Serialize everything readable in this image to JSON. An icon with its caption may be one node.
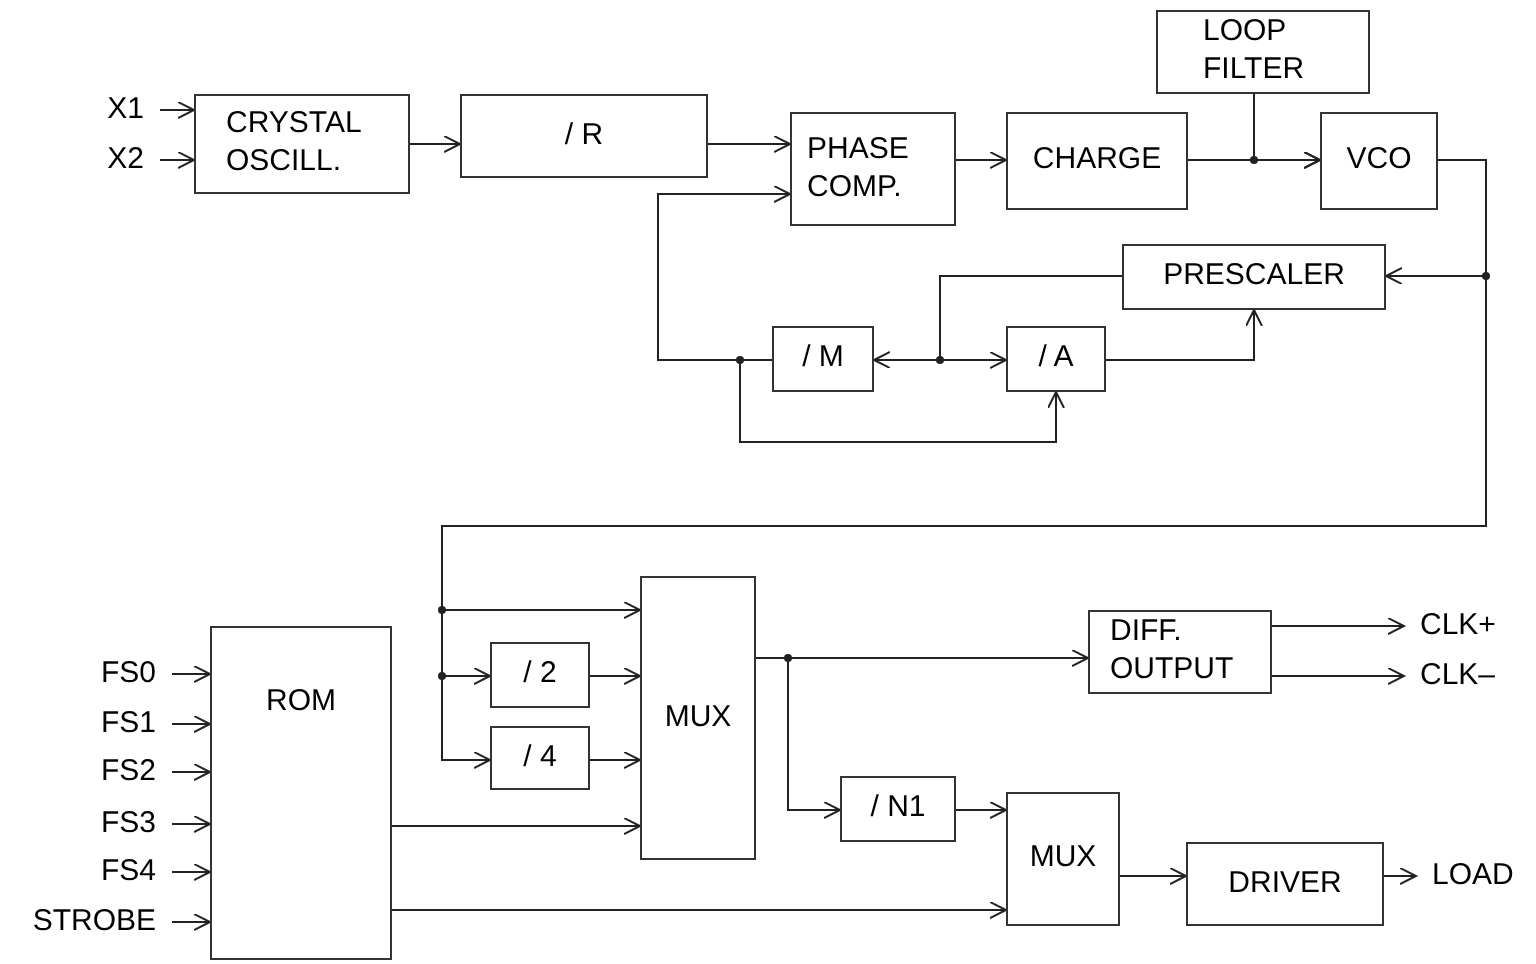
{
  "diagram": {
    "nodes": [
      {
        "text": [
          "X1"
        ]
      },
      {
        "text": [
          "X2"
        ]
      },
      {
        "text": [
          "CRYSTAL OSCILL."
        ]
      },
      {
        "text": [
          "/ R"
        ]
      },
      {
        "text": [
          "PHASE COMP."
        ]
      },
      {
        "text": [
          "CHARGE"
        ]
      },
      {
        "text": [
          "LOOP FILTER"
        ]
      },
      {
        "text": [
          "VCO"
        ]
      },
      {
        "text": [
          "PRESCALER"
        ]
      },
      {
        "text": [
          "/ M"
        ]
      },
      {
        "text": [
          "/ A"
        ]
      },
      {
        "text": [
          "FS0"
        ]
      },
      {
        "text": [
          "FS1"
        ]
      },
      {
        "text": [
          "FS2"
        ]
      },
      {
        "text": [
          "FS3"
        ]
      },
      {
        "text": [
          "FS4"
        ]
      },
      {
        "text": [
          "STROBE"
        ]
      },
      {
        "text": [
          "ROM"
        ]
      },
      {
        "text": [
          "/ 2"
        ]
      },
      {
        "text": [
          "/ 4"
        ]
      },
      {
        "text": [
          "MUX"
        ]
      },
      {
        "text": [
          "DIFF. OUTPUT"
        ]
      },
      {
        "text": [
          "CLK+"
        ]
      },
      {
        "text": [
          "CLK–"
        ]
      },
      {
        "text": [
          "/ N1"
        ]
      },
      {
        "text": [
          "MUX"
        ]
      },
      {
        "text": [
          "DRIVER"
        ]
      },
      {
        "text": [
          "LOAD"
        ]
      }
    ],
    "edges": [
      {
        "from": 0,
        "to": 2,
        "arrow": "to"
      },
      {
        "from": 1,
        "to": 2,
        "arrow": "to"
      },
      {
        "from": 2,
        "to": 3,
        "arrow": "to"
      },
      {
        "from": 3,
        "to": 4,
        "arrow": "to"
      },
      {
        "from": 4,
        "to": 5,
        "arrow": "to"
      },
      {
        "from": 5,
        "to": 7,
        "arrow": "to"
      },
      {
        "from": 6,
        "to": 7,
        "arrow": "to"
      },
      {
        "from": 7,
        "to": 8,
        "arrow": "to"
      },
      {
        "from": 8,
        "to": 9,
        "arrow": "to"
      },
      {
        "from": 8,
        "to": 10,
        "arrow": "to"
      },
      {
        "from": 9,
        "to": 4,
        "arrow": "to"
      },
      {
        "from": 9,
        "to": 10,
        "arrow": "to"
      },
      {
        "from": 10,
        "to": 8,
        "arrow": "to"
      },
      {
        "from": 7,
        "to": 20,
        "arrow": "to"
      },
      {
        "from": 7,
        "to": 18,
        "arrow": "to"
      },
      {
        "from": 7,
        "to": 19,
        "arrow": "to"
      },
      {
        "from": 11,
        "to": 17,
        "arrow": "to"
      },
      {
        "from": 12,
        "to": 17,
        "arrow": "to"
      },
      {
        "from": 13,
        "to": 17,
        "arrow": "to"
      },
      {
        "from": 14,
        "to": 17,
        "arrow": "to"
      },
      {
        "from": 15,
        "to": 17,
        "arrow": "to"
      },
      {
        "from": 16,
        "to": 17,
        "arrow": "to"
      },
      {
        "from": 18,
        "to": 20,
        "arrow": "to"
      },
      {
        "from": 19,
        "to": 20,
        "arrow": "to"
      },
      {
        "from": 17,
        "to": 20,
        "arrow": "to"
      },
      {
        "from": 20,
        "to": 21,
        "arrow": "to"
      },
      {
        "from": 20,
        "to": 24,
        "arrow": "to"
      },
      {
        "from": 21,
        "to": 22,
        "arrow": "to"
      },
      {
        "from": 21,
        "to": 23,
        "arrow": "to"
      },
      {
        "from": 24,
        "to": 25,
        "arrow": "to"
      },
      {
        "from": 17,
        "to": 25,
        "arrow": "to"
      },
      {
        "from": 25,
        "to": 26,
        "arrow": "to"
      },
      {
        "from": 26,
        "to": 27,
        "arrow": "to"
      }
    ]
  }
}
